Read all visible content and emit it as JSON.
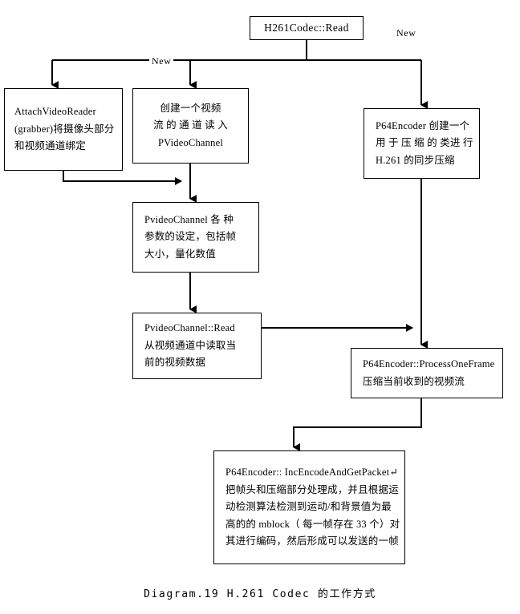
{
  "diagram": {
    "caption": "Diagram.19 H.261 Codec 的工作方式",
    "stroke_color": "#000000",
    "background_color": "#ffffff",
    "nodes": [
      {
        "id": "h261-codec-read",
        "name": "h261codec-read-node",
        "lines": [
          "H261Codec::Read"
        ]
      },
      {
        "id": "attach-video-reader",
        "name": "attach-video-reader-node",
        "lines": [
          "AttachVideoReader",
          "(grabber)将摄像头部分",
          "和视频通道绑定"
        ]
      },
      {
        "id": "create-video-stream",
        "name": "create-video-stream-node",
        "lines": [
          "创建一个视频",
          "流 的 通 道 读 入",
          "PVideoChannel"
        ]
      },
      {
        "id": "p64encoder-create",
        "name": "p64encoder-create-node",
        "lines": [
          "P64Encoder 创建一个",
          "用 于 压 缩 的 类进 行",
          "H.261 的同步压缩"
        ]
      },
      {
        "id": "pvideochannel-params",
        "name": "pvideochannel-params-node",
        "lines": [
          "PvideoChannel 各 种",
          "参数的设定，包括帧",
          "大小，量化数值"
        ]
      },
      {
        "id": "pvideochannel-read",
        "name": "pvideochannel-read-node",
        "lines": [
          "PvideoChannel::Read",
          "从视频通道中读取当",
          "前的视频数据"
        ]
      },
      {
        "id": "process-one-frame",
        "name": "process-one-frame-node",
        "lines": [
          "P64Encoder::ProcessOneFrame",
          "压缩当前收到的视频流"
        ]
      },
      {
        "id": "inc-encode-get-packet",
        "name": "inc-encode-and-get-packet-node",
        "lines": [
          "P64Encoder:: IncEncodeAndGetPacket↵",
          "把帧头和压缩部分处理成，并且根据运",
          "动检测算法检测到运动/和背景值为最",
          "高的的 mblock（ 每一帧存在 33 个）对",
          "其进行编码，然后形成可以发送的一帧"
        ]
      }
    ],
    "edge_labels": [
      {
        "id": "new-left",
        "text": "New"
      },
      {
        "id": "new-right",
        "text": "New"
      }
    ]
  }
}
